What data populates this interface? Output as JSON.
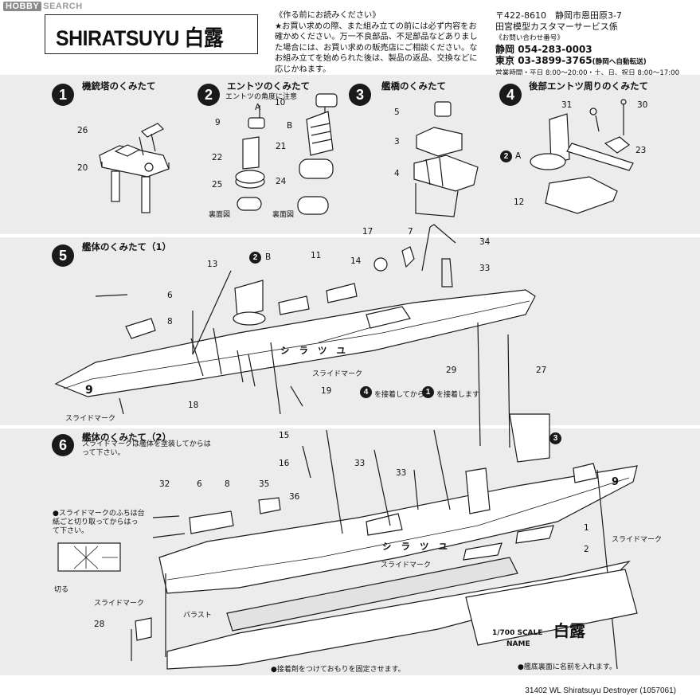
{
  "logo": {
    "mark": "HOBBY",
    "text": "SEARCH"
  },
  "title": "SHIRATSUYU 白露",
  "notice": {
    "heading": "《作る前にお読みください》",
    "body": "★お買い求めの際、また組み立ての前には必ず内容をお確かめください。万一不良部品、不足部品などありました場合には、お買い求めの販売店にご相談ください。なお組み立てを始められた後は、製品の返品、交換などに応じかねます。"
  },
  "address": {
    "line1": "〒422-8610　静岡市恩田原3-7",
    "line2": "田宮模型カスタマーサービス係",
    "inquiry": "《お問い合わせ番号》",
    "shizuoka_label": "静岡",
    "shizuoka": "054-283-0003",
    "tokyo_label": "東京",
    "tokyo": "03-3899-3765",
    "tokyo_note": "(静岡へ自動転送)",
    "hours": "営業時間・平日 8:00〜20:00・土、日、祝日 8:00〜17:00"
  },
  "steps": [
    {
      "num": "1",
      "title": "機銃塔のくみたて"
    },
    {
      "num": "2",
      "title": "エントツのくみたて",
      "note": "エントツの角度に注意"
    },
    {
      "num": "3",
      "title": "艦橋のくみたて"
    },
    {
      "num": "4",
      "title": "後部エントツ周りのくみたて"
    },
    {
      "num": "5",
      "title": "艦体のくみたて（1）"
    },
    {
      "num": "6",
      "title": "艦体のくみたて（2）",
      "note": "スライドマークは艦体を塗装してからはって下さい。"
    }
  ],
  "labels": {
    "a": "A",
    "b": "B",
    "back_view": "裏面図",
    "slide_mark": "スライドマーク",
    "cutout_note": "●スライドマークのふちは台紙ごと切り取ってからはって下さい。",
    "cut": "切る",
    "ballast": "バラスト",
    "glue_note": "●接着剤をつけておもりを固定させます。",
    "name_note": "●艦底裏面に名前を入れます。",
    "order_4": "を接着してから",
    "order_1": "を接着します",
    "hull_name": "シ ラ ツ ユ",
    "hull_num": "9",
    "scale": "1/700 SCALE",
    "name_label": "NAME",
    "ship_kanji": "白露",
    "step2b": "B"
  },
  "parts": {
    "s1": [
      "26",
      "20"
    ],
    "s2": [
      "10",
      "9",
      "22",
      "25",
      "21",
      "24"
    ],
    "s3": [
      "5",
      "3",
      "4"
    ],
    "s4": [
      "31",
      "30",
      "23",
      "12"
    ],
    "s5": [
      "13",
      "6",
      "8",
      "11",
      "17",
      "14",
      "7",
      "34",
      "33",
      "29",
      "27",
      "18",
      "19"
    ],
    "s6": [
      "15",
      "16",
      "33",
      "33",
      "32",
      "6",
      "8",
      "35",
      "36",
      "1",
      "2",
      "28"
    ]
  },
  "footer": "31402  WL Shiratsuyu Destroyer (1057061)"
}
